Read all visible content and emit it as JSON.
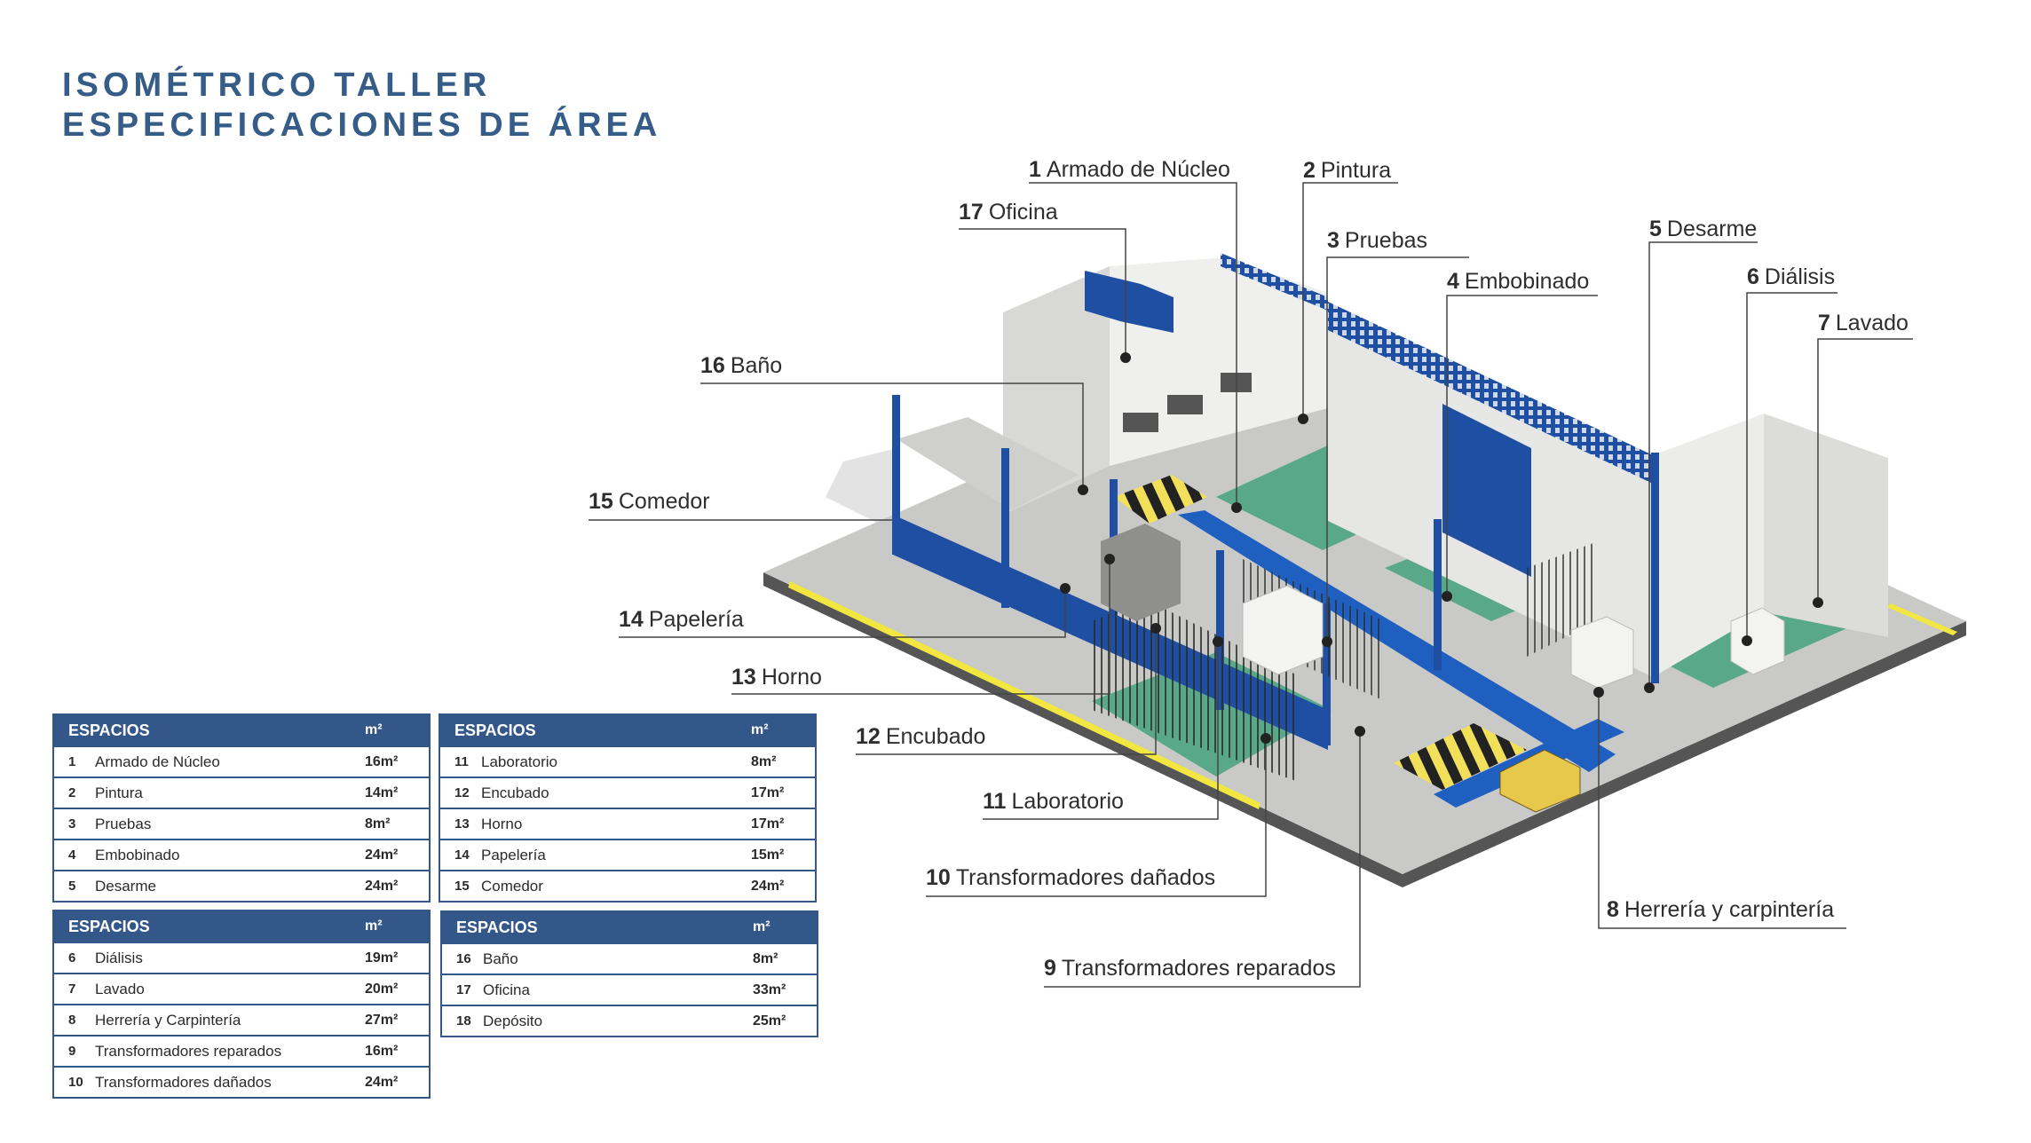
{
  "title": {
    "line1": "ISOMÉTRICO TALLER",
    "line2": "ESPECIFICACIONES DE ÁREA"
  },
  "callouts": [
    {
      "num": "1",
      "name": "Armado de Núcleo"
    },
    {
      "num": "2",
      "name": "Pintura"
    },
    {
      "num": "3",
      "name": "Pruebas"
    },
    {
      "num": "4",
      "name": "Embobinado"
    },
    {
      "num": "5",
      "name": "Desarme"
    },
    {
      "num": "6",
      "name": "Diálisis"
    },
    {
      "num": "7",
      "name": "Lavado"
    },
    {
      "num": "8",
      "name": "Herrería y carpintería"
    },
    {
      "num": "9",
      "name": "Transformadores reparados"
    },
    {
      "num": "10",
      "name": "Transformadores dañados"
    },
    {
      "num": "11",
      "name": "Laboratorio"
    },
    {
      "num": "12",
      "name": "Encubado"
    },
    {
      "num": "13",
      "name": "Horno"
    },
    {
      "num": "14",
      "name": "Papelería"
    },
    {
      "num": "15",
      "name": "Comedor"
    },
    {
      "num": "16",
      "name": "Baño"
    },
    {
      "num": "17",
      "name": "Oficina"
    }
  ],
  "tables": [
    {
      "header": "ESPACIOS",
      "unit": "m²",
      "rows": [
        {
          "n": "1",
          "name": "Armado de Núcleo",
          "area": "16m²"
        },
        {
          "n": "2",
          "name": "Pintura",
          "area": "14m²"
        },
        {
          "n": "3",
          "name": "Pruebas",
          "area": "8m²"
        },
        {
          "n": "4",
          "name": "Embobinado",
          "area": "24m²"
        },
        {
          "n": "5",
          "name": "Desarme",
          "area": "24m²"
        }
      ]
    },
    {
      "header": "ESPACIOS",
      "unit": "m²",
      "rows": [
        {
          "n": "11",
          "name": "Laboratorio",
          "area": "8m²"
        },
        {
          "n": "12",
          "name": "Encubado",
          "area": "17m²"
        },
        {
          "n": "13",
          "name": "Horno",
          "area": "17m²"
        },
        {
          "n": "14",
          "name": "Papelería",
          "area": "15m²"
        },
        {
          "n": "15",
          "name": "Comedor",
          "area": "24m²"
        }
      ]
    },
    {
      "header": "ESPACIOS",
      "unit": "m²",
      "rows": [
        {
          "n": "6",
          "name": "Diálisis",
          "area": "19m²"
        },
        {
          "n": "7",
          "name": "Lavado",
          "area": "20m²"
        },
        {
          "n": "8",
          "name": "Herrería y Carpintería",
          "area": "27m²"
        },
        {
          "n": "9",
          "name": "Transformadores reparados",
          "area": "16m²"
        },
        {
          "n": "10",
          "name": "Transformadores dañados",
          "area": "24m²"
        }
      ]
    },
    {
      "header": "ESPACIOS",
      "unit": "m²",
      "rows": [
        {
          "n": "16",
          "name": "Baño",
          "area": "8m²"
        },
        {
          "n": "17",
          "name": "Oficina",
          "area": "33m²"
        },
        {
          "n": "18",
          "name": "Depósito",
          "area": "25m²"
        }
      ]
    }
  ],
  "colors": {
    "brand": "#34578a",
    "wall_blue": "#1f4fa3",
    "floor_green": "#5aa88a",
    "stripe_yellow": "#f2e05a"
  }
}
